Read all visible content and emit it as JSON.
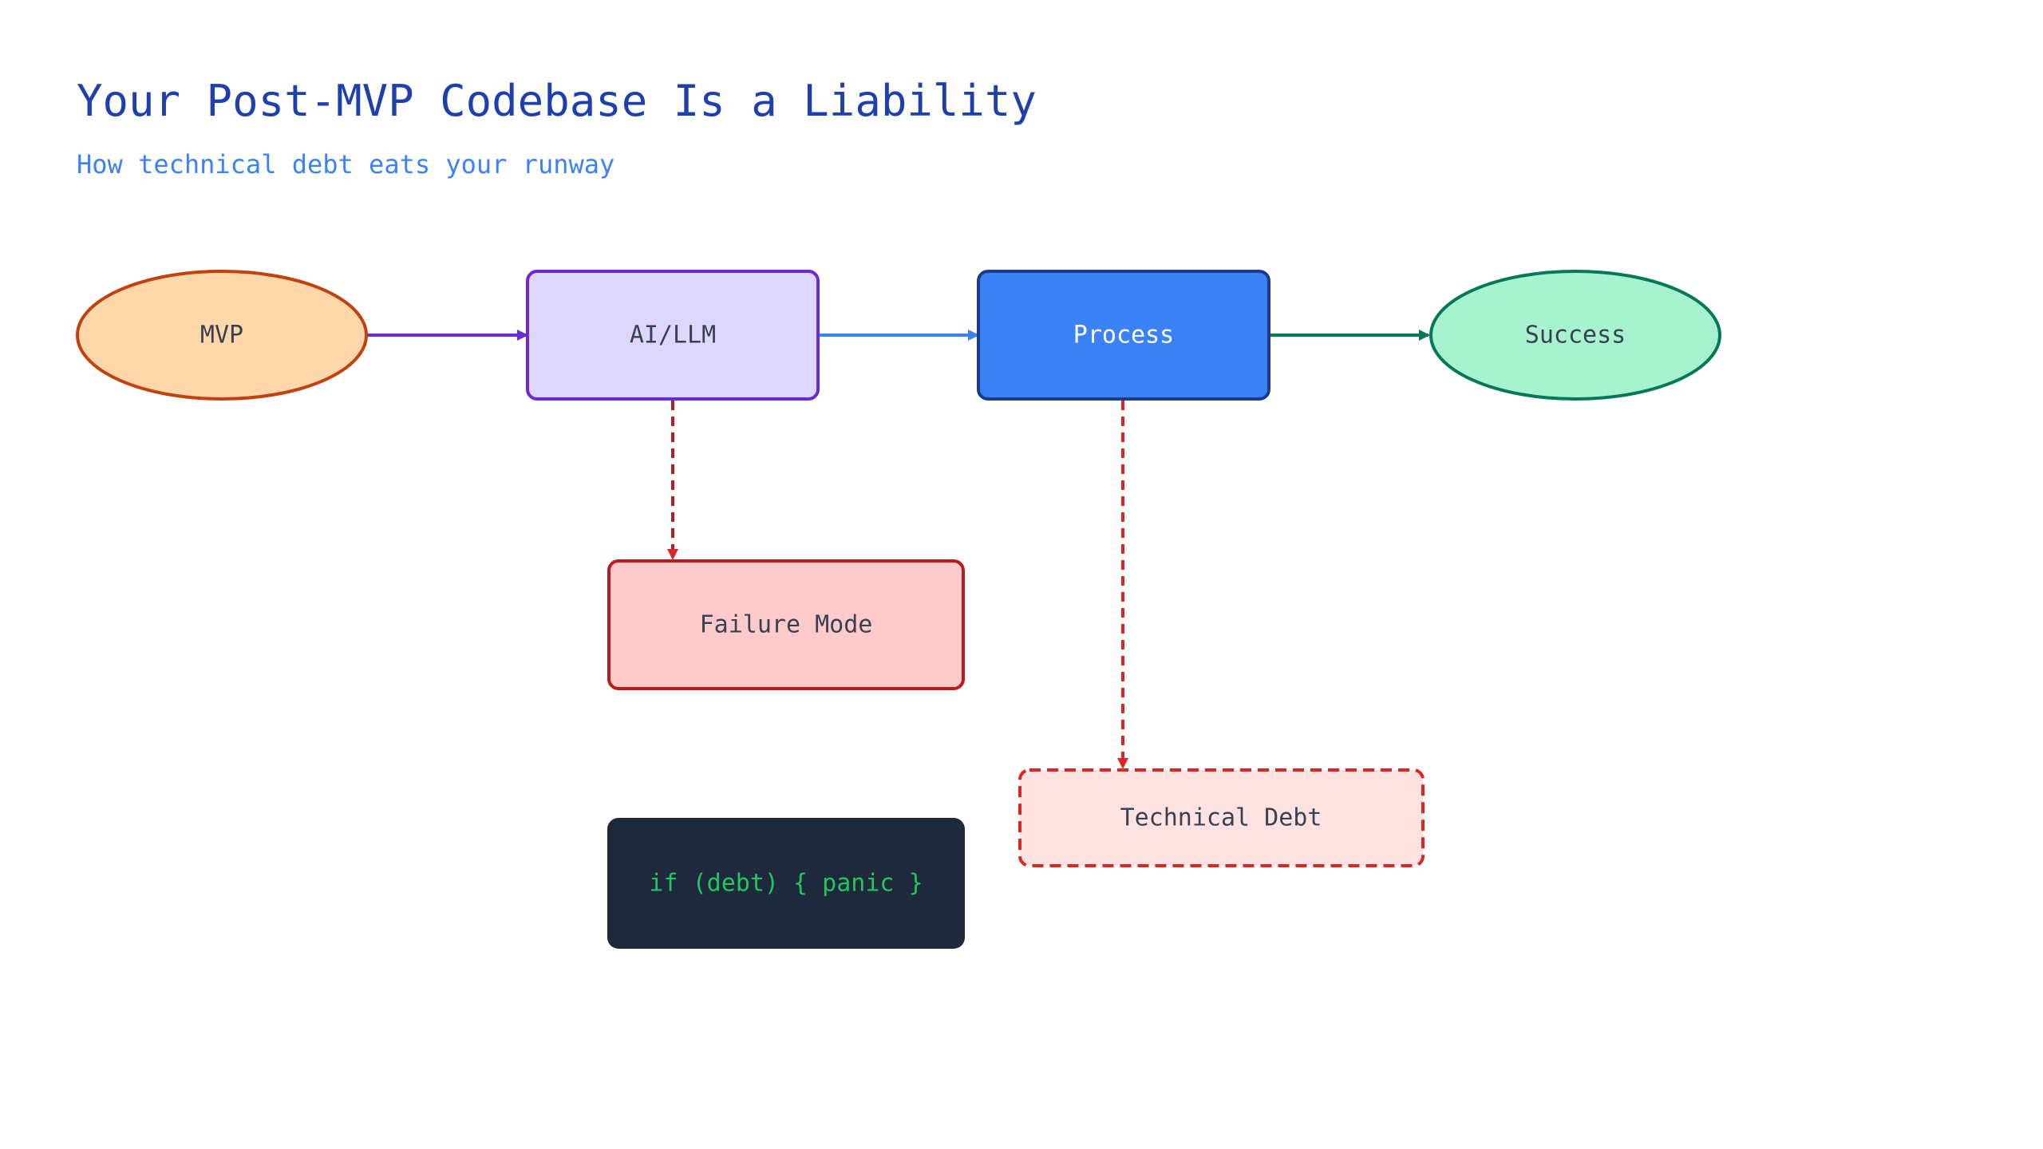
{
  "title": "Your Post-MVP Codebase Is a Liability",
  "subtitle": "How technical debt eats your runway",
  "colors": {
    "title": "#1e40af",
    "subtitle": "#3b82f6",
    "node_text": "#374151",
    "mvp_fill": "#fed7aa",
    "mvp_stroke": "#c2410c",
    "ai_fill": "#ddd6fe",
    "ai_stroke": "#6d28d9",
    "process_fill": "#3b82f6",
    "process_stroke": "#1e3a8a",
    "process_text": "#ffffff",
    "success_fill": "#a7f3d0",
    "success_stroke": "#047857",
    "failure_fill": "#fecaca",
    "failure_stroke": "#b91c1c",
    "debt_fill": "#fee2e2",
    "debt_stroke": "#dc2626",
    "code_fill": "#1e293b",
    "code_text": "#22c55e",
    "edge_mvp_ai": "#6d28d9",
    "edge_ai_process": "#3b82f6",
    "edge_process_success": "#047857",
    "edge_dashed": "#dc2626"
  },
  "nodes": {
    "mvp": {
      "label": "MVP"
    },
    "ai_llm": {
      "label": "AI/LLM"
    },
    "process": {
      "label": "Process"
    },
    "success": {
      "label": "Success"
    },
    "failure_mode": {
      "label": "Failure Mode"
    },
    "technical_debt": {
      "label": "Technical Debt"
    },
    "code_snippet": {
      "label": "if (debt) { panic }"
    }
  }
}
